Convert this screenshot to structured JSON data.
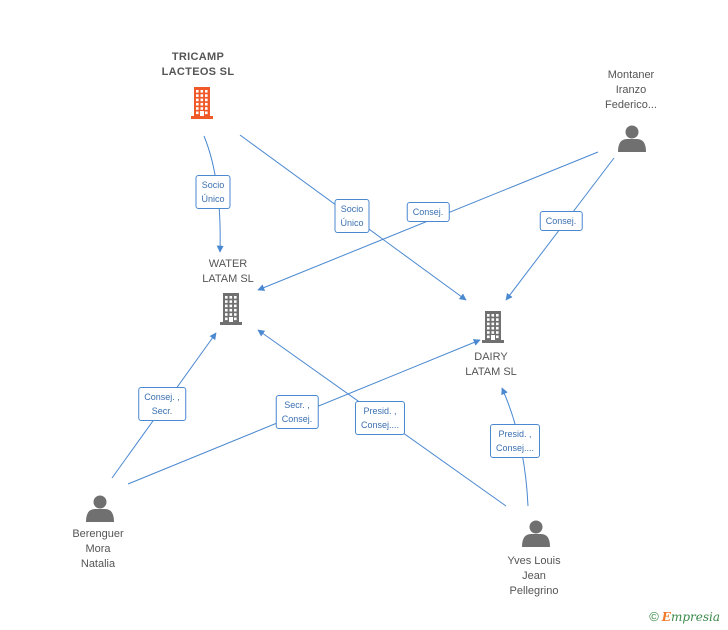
{
  "nodes": [
    {
      "id": "tricamp",
      "type": "company",
      "lines": [
        "TRICAMP",
        "LACTEOS SL"
      ],
      "highlight": true
    },
    {
      "id": "water",
      "type": "company",
      "lines": [
        "WATER",
        "LATAM SL"
      ],
      "highlight": false
    },
    {
      "id": "dairy",
      "type": "company",
      "lines": [
        "DAIRY",
        "LATAM SL"
      ],
      "highlight": false
    },
    {
      "id": "montaner",
      "type": "person",
      "lines": [
        "Montaner",
        "Iranzo",
        "Federico..."
      ]
    },
    {
      "id": "berenguer",
      "type": "person",
      "lines": [
        "Berenguer",
        "Mora",
        "Natalia"
      ]
    },
    {
      "id": "yves",
      "type": "person",
      "lines": [
        "Yves Louis",
        "Jean",
        "Pellegrino"
      ]
    }
  ],
  "edges": [
    {
      "id": "tricamp-water",
      "from": "tricamp",
      "to": "water",
      "label": [
        "Socio",
        "Único"
      ]
    },
    {
      "id": "tricamp-dairy",
      "from": "tricamp",
      "to": "dairy",
      "label": [
        "Socio",
        "Único"
      ]
    },
    {
      "id": "montaner-water",
      "from": "montaner",
      "to": "water",
      "label": [
        "Consej."
      ]
    },
    {
      "id": "montaner-dairy",
      "from": "montaner",
      "to": "dairy",
      "label": [
        "Consej."
      ]
    },
    {
      "id": "berenguer-water",
      "from": "berenguer",
      "to": "water",
      "label": [
        "Consej. ,",
        "Secr."
      ]
    },
    {
      "id": "berenguer-dairy",
      "from": "berenguer",
      "to": "dairy",
      "label": [
        "Secr. ,",
        "Consej."
      ]
    },
    {
      "id": "yves-water",
      "from": "yves",
      "to": "water",
      "label": [
        "Presid. ,",
        "Consej...."
      ]
    },
    {
      "id": "yves-dairy",
      "from": "yves",
      "to": "dairy",
      "label": [
        "Presid. ,",
        "Consej...."
      ]
    }
  ],
  "colors": {
    "edge": "#4a88d0",
    "company_highlight": "#f05a28",
    "company": "#707070",
    "person": "#707070"
  },
  "watermark": {
    "copyright": "©",
    "brand_initial": "E",
    "brand_rest": "mpresia"
  }
}
